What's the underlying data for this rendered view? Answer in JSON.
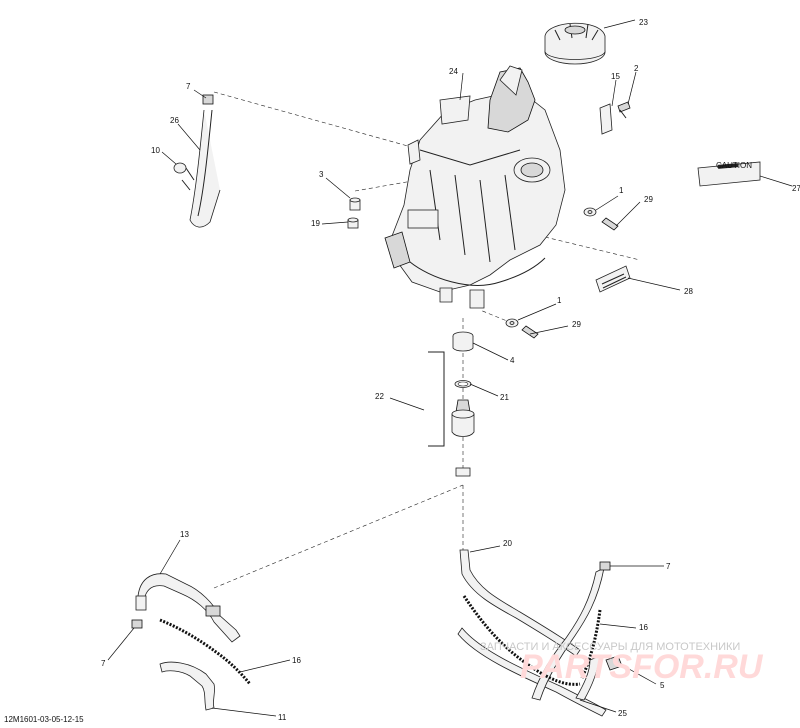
{
  "figure_id": "12M1601-03-05-12-15",
  "watermark": {
    "line1": "ЗАПЧАСТИ И АКСЕССУАРЫ ДЛЯ МОТОТЕХНИКИ",
    "line2": "PARTSFOR.RU"
  },
  "decal_text": "CAUTION",
  "callouts": {
    "c1a": "1",
    "c1b": "1",
    "c2": "2",
    "c3": "3",
    "c4": "4",
    "c5": "5",
    "c7a": "7",
    "c7b": "7",
    "c7c": "7",
    "c10": "10",
    "c11": "11",
    "c13": "13",
    "c15": "15",
    "c16a": "16",
    "c16b": "16",
    "c19": "19",
    "c20": "20",
    "c21": "21",
    "c22": "22",
    "c23": "23",
    "c24": "24",
    "c25": "25",
    "c26": "26",
    "c27": "27",
    "c28": "28",
    "c29a": "29",
    "c29b": "29"
  }
}
